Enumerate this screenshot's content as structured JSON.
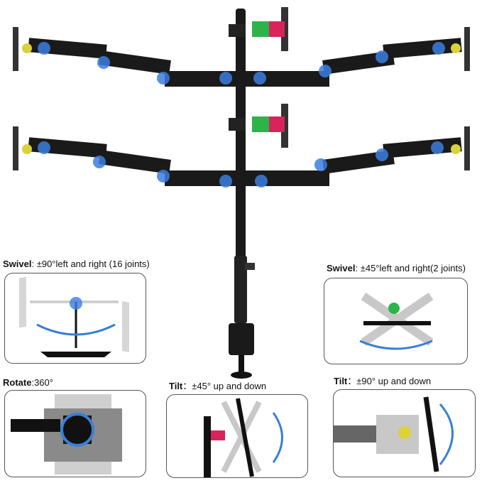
{
  "captions": {
    "swivel_left": {
      "title": "Swivel",
      "sep": ":",
      "text": " ±90°left and right (16 joints)"
    },
    "swivel_right": {
      "title": "Swivel",
      "sep": ":",
      "text": " ±45°left and right(2 joints)"
    },
    "rotate": {
      "title": "Rotate",
      "sep": ":",
      "text": "360°"
    },
    "tilt_mid": {
      "title": "Tilt",
      "sep": "：",
      "text": "±45° up and down"
    },
    "tilt_right": {
      "title": "Tilt",
      "sep": "：",
      "text": "±90° up and down"
    }
  },
  "colors": {
    "frame": "#1a1a1a",
    "joint_blue": "#3c7ee0",
    "joint_yellow": "#d9d23a",
    "joint_green": "#2db34a",
    "joint_red": "#d8245a",
    "ghost": "#c8c8c8",
    "arrow": "#3a7fd5"
  }
}
